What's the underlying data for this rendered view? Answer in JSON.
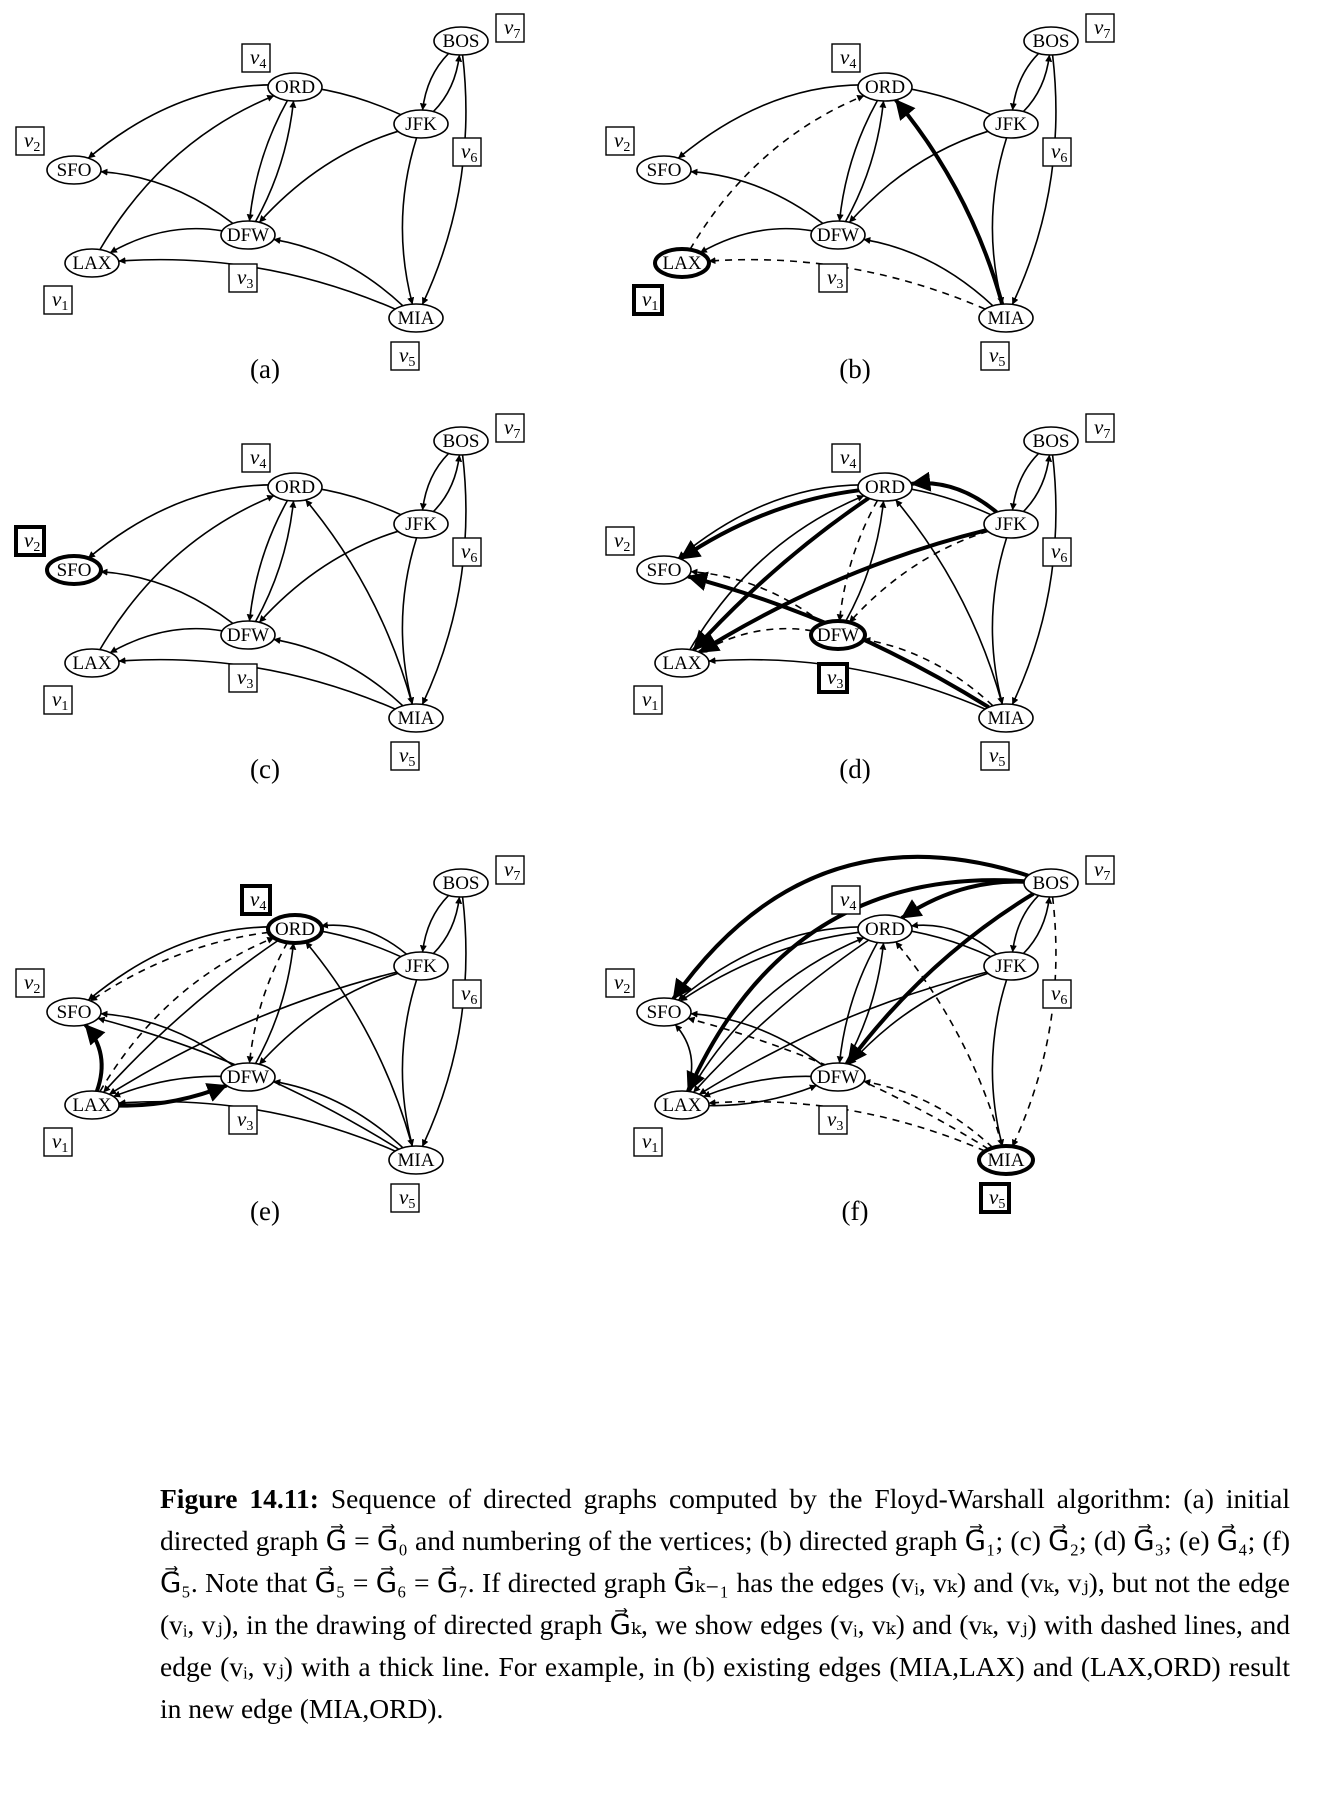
{
  "nodes": [
    {
      "id": "LAX",
      "label": "LAX",
      "vnum": "v",
      "vsub": "1"
    },
    {
      "id": "SFO",
      "label": "SFO",
      "vnum": "v",
      "vsub": "2"
    },
    {
      "id": "DFW",
      "label": "DFW",
      "vnum": "v",
      "vsub": "3"
    },
    {
      "id": "ORD",
      "label": "ORD",
      "vnum": "v",
      "vsub": "4"
    },
    {
      "id": "MIA",
      "label": "MIA",
      "vnum": "v",
      "vsub": "5"
    },
    {
      "id": "JFK",
      "label": "JFK",
      "vnum": "v",
      "vsub": "6"
    },
    {
      "id": "BOS",
      "label": "BOS",
      "vnum": "v",
      "vsub": "7"
    }
  ],
  "base_edges": [
    [
      "BOS",
      "JFK"
    ],
    [
      "JFK",
      "BOS"
    ],
    [
      "JFK",
      "SFO"
    ],
    [
      "JFK",
      "DFW"
    ],
    [
      "JFK",
      "MIA"
    ],
    [
      "BOS",
      "MIA"
    ],
    [
      "ORD",
      "DFW"
    ],
    [
      "DFW",
      "ORD"
    ],
    [
      "DFW",
      "SFO"
    ],
    [
      "DFW",
      "LAX"
    ],
    [
      "LAX",
      "ORD"
    ],
    [
      "MIA",
      "DFW"
    ],
    [
      "MIA",
      "LAX"
    ]
  ],
  "panels": [
    {
      "id": "a",
      "label": "(a)",
      "highlight": null,
      "added": [],
      "thick": [],
      "dashed": []
    },
    {
      "id": "b",
      "label": "(b)",
      "highlight": "LAX",
      "added": [
        [
          "MIA",
          "ORD"
        ]
      ],
      "thick": [
        [
          "MIA",
          "ORD"
        ]
      ],
      "dashed": [
        [
          "MIA",
          "LAX"
        ],
        [
          "LAX",
          "ORD"
        ]
      ]
    },
    {
      "id": "c",
      "label": "(c)",
      "highlight": "SFO",
      "added": [
        [
          "MIA",
          "ORD"
        ]
      ],
      "thick": [],
      "dashed": []
    },
    {
      "id": "d",
      "label": "(d)",
      "highlight": "DFW",
      "added": [
        [
          "MIA",
          "ORD"
        ],
        [
          "ORD",
          "SFO"
        ],
        [
          "ORD",
          "LAX"
        ],
        [
          "JFK",
          "ORD"
        ],
        [
          "JFK",
          "LAX"
        ],
        [
          "MIA",
          "SFO"
        ]
      ],
      "thick": [
        [
          "ORD",
          "SFO"
        ],
        [
          "ORD",
          "LAX"
        ],
        [
          "JFK",
          "ORD"
        ],
        [
          "JFK",
          "LAX"
        ],
        [
          "MIA",
          "SFO"
        ]
      ],
      "dashed": [
        [
          "ORD",
          "DFW"
        ],
        [
          "DFW",
          "SFO"
        ],
        [
          "DFW",
          "LAX"
        ],
        [
          "JFK",
          "DFW"
        ],
        [
          "MIA",
          "DFW"
        ]
      ]
    },
    {
      "id": "e",
      "label": "(e)",
      "highlight": "ORD",
      "added": [
        [
          "MIA",
          "ORD"
        ],
        [
          "ORD",
          "SFO"
        ],
        [
          "ORD",
          "LAX"
        ],
        [
          "JFK",
          "ORD"
        ],
        [
          "JFK",
          "LAX"
        ],
        [
          "MIA",
          "SFO"
        ],
        [
          "LAX",
          "SFO"
        ],
        [
          "LAX",
          "DFW"
        ]
      ],
      "thick": [
        [
          "LAX",
          "SFO"
        ],
        [
          "LAX",
          "DFW"
        ]
      ],
      "dashed": [
        [
          "LAX",
          "ORD"
        ],
        [
          "ORD",
          "SFO"
        ],
        [
          "ORD",
          "DFW"
        ]
      ]
    },
    {
      "id": "f",
      "label": "(f)",
      "highlight": "MIA",
      "added": [
        [
          "MIA",
          "ORD"
        ],
        [
          "ORD",
          "SFO"
        ],
        [
          "ORD",
          "LAX"
        ],
        [
          "JFK",
          "ORD"
        ],
        [
          "JFK",
          "LAX"
        ],
        [
          "MIA",
          "SFO"
        ],
        [
          "LAX",
          "SFO"
        ],
        [
          "LAX",
          "DFW"
        ],
        [
          "BOS",
          "SFO"
        ],
        [
          "BOS",
          "ORD"
        ],
        [
          "BOS",
          "DFW"
        ],
        [
          "BOS",
          "LAX"
        ]
      ],
      "thick": [
        [
          "BOS",
          "SFO"
        ],
        [
          "BOS",
          "ORD"
        ],
        [
          "BOS",
          "DFW"
        ],
        [
          "BOS",
          "LAX"
        ]
      ],
      "dashed": [
        [
          "BOS",
          "MIA"
        ],
        [
          "MIA",
          "SFO"
        ],
        [
          "MIA",
          "ORD"
        ],
        [
          "MIA",
          "DFW"
        ],
        [
          "MIA",
          "LAX"
        ]
      ]
    }
  ],
  "caption": {
    "fig_num": "Figure 14.11:",
    "text": "Sequence of directed graphs computed by the Floyd-Warshall algorithm: (a) initial directed graph G⃗ = G⃗₀ and numbering of the vertices; (b) directed graph G⃗₁; (c) G⃗₂; (d) G⃗₃; (e) G⃗₄; (f) G⃗₅. Note that G⃗₅ = G⃗₆ = G⃗₇. If directed graph G⃗ₖ₋₁ has the edges (vᵢ, vₖ) and (vₖ, vⱼ), but not the edge (vᵢ, vⱼ), in the drawing of directed graph G⃗ₖ, we show edges (vᵢ, vₖ) and (vₖ, vⱼ) with dashed lines, and edge (vᵢ, vⱼ) with a thick line. For example, in (b) existing edges (MIA,LAX) and (LAX,ORD) result in new edge (MIA,ORD)."
  }
}
